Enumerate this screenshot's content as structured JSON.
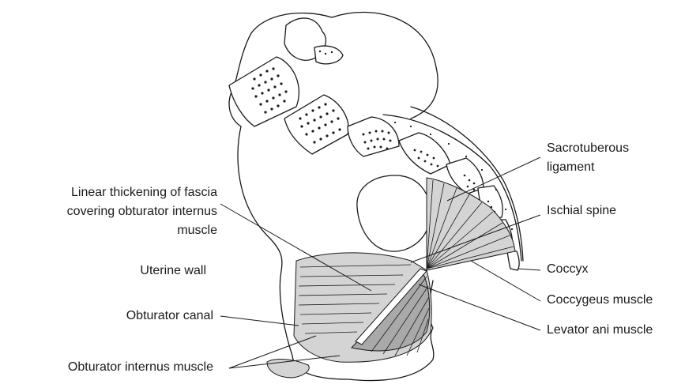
{
  "labels": {
    "sacrotuberous_ligament": "Sacrotuberous ligament",
    "linear_thickening": "Linear thickening of fascia covering obturator internus muscle",
    "ischial_spine": "Ischial spine",
    "uterine_wall": "Uterine wall",
    "coccyx": "Coccyx",
    "coccygeus_muscle": "Coccygeus muscle",
    "obturator_canal": "Obturator canal",
    "levator_ani_muscle": "Levator ani muscle",
    "obturator_internus_muscle": "Obturator internus muscle"
  },
  "label_lines": {
    "sacrotuberous_1": "Sacrotuberous",
    "sacrotuberous_2": "ligament",
    "linear_1": "Linear thickening of fascia",
    "linear_2": "covering obturator internus",
    "linear_3": "muscle"
  },
  "colors": {
    "muscle_light": "#d4d4d4",
    "muscle_dark": "#a9a9a9",
    "line": "#1a1a1a"
  }
}
